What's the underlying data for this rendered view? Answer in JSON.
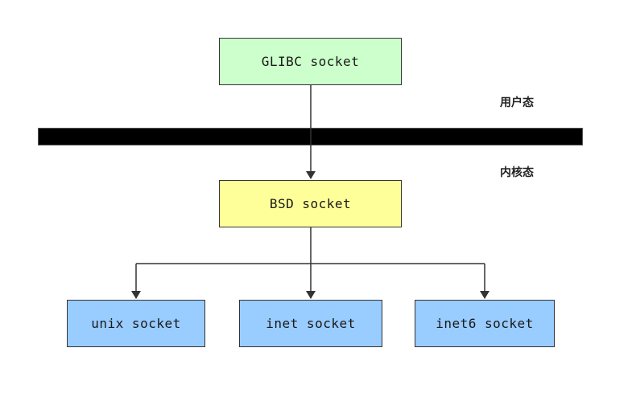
{
  "diagram": {
    "nodes": {
      "glibc": {
        "label": "GLIBC socket",
        "color": "#ccffcc"
      },
      "bsd": {
        "label": "BSD socket",
        "color": "#ffff99"
      },
      "unix": {
        "label": "unix socket",
        "color": "#99ccff"
      },
      "inet": {
        "label": "inet socket",
        "color": "#99ccff"
      },
      "inet6": {
        "label": "inet6 socket",
        "color": "#99ccff"
      }
    },
    "regions": {
      "user_space": "用户态",
      "kernel_space": "内核态"
    },
    "divider_color": "#000000",
    "edges": [
      {
        "from": "GLIBC socket",
        "to": "BSD socket"
      },
      {
        "from": "BSD socket",
        "to": "unix socket"
      },
      {
        "from": "BSD socket",
        "to": "inet socket"
      },
      {
        "from": "BSD socket",
        "to": "inet6 socket"
      }
    ]
  }
}
